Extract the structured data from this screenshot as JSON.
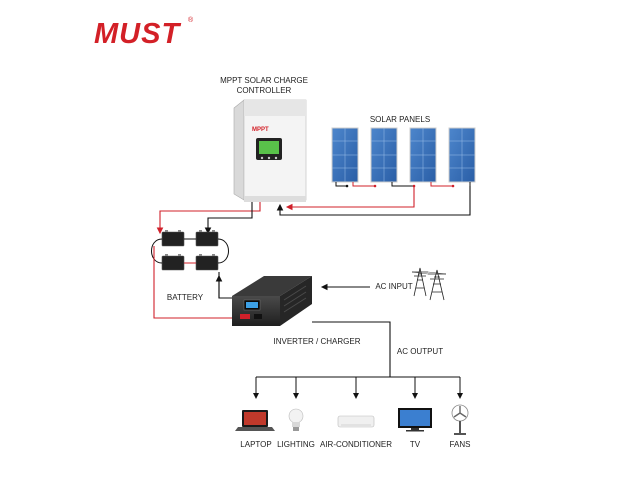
{
  "brand": {
    "logo_text": "MUST",
    "registered_mark": "®"
  },
  "labels": {
    "controller": "MPPT SOLAR CHARGE CONTROLLER",
    "controller_line1": "MPPT SOLAR CHARGE",
    "controller_line2": "CONTROLLER",
    "solar_panels": "SOLAR PANELS",
    "battery": "BATTERY",
    "ac_input": "AC INPUT",
    "inverter": "INVERTER / CHARGER",
    "ac_output": "AC OUTPUT"
  },
  "controller_badge": "MPPT",
  "loads": [
    {
      "name": "LAPTOP",
      "icon": "laptop-icon"
    },
    {
      "name": "LIGHTING",
      "icon": "bulb-icon"
    },
    {
      "name": "AIR-CONDITIONER",
      "icon": "air-conditioner-icon"
    },
    {
      "name": "TV",
      "icon": "tv-icon"
    },
    {
      "name": "FANS",
      "icon": "fan-icon"
    }
  ],
  "colors": {
    "brand_red": "#d32027",
    "wire_red": "#d0202a",
    "wire_black": "#111111",
    "panel_blue": "#3a6fb8",
    "inverter_dark": "#2d2d2d",
    "controller_white": "#f4f4f4"
  }
}
